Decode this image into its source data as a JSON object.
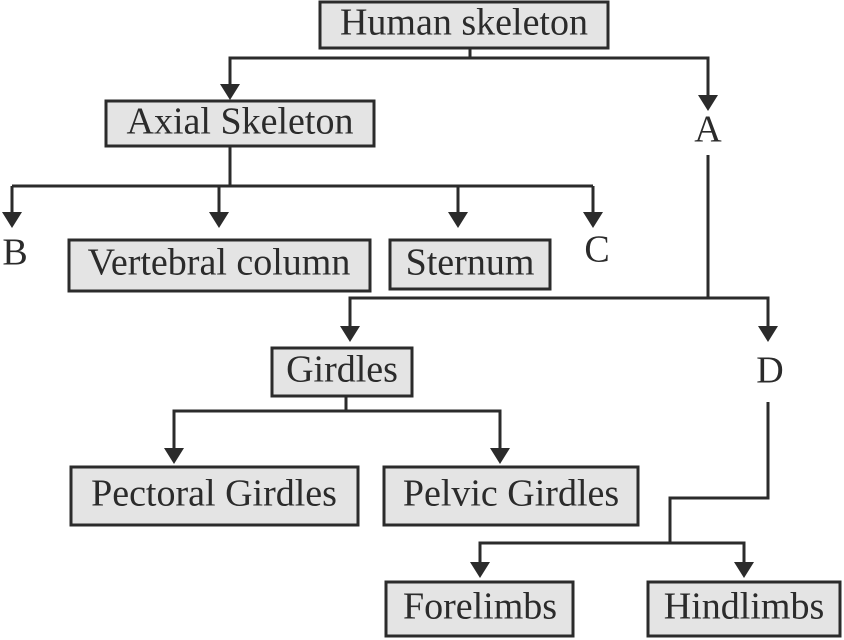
{
  "diagram": {
    "nodes": {
      "human_skeleton": "Human skeleton",
      "axial_skeleton": "Axial Skeleton",
      "a": "A",
      "b": "B",
      "vertebral_column": "Vertebral column",
      "sternum": "Sternum",
      "c": "C",
      "girdles": "Girdles",
      "d": "D",
      "pectoral_girdles": "Pectoral Girdles",
      "pelvic_girdles": "Pelvic Girdles",
      "forelimbs": "Forelimbs",
      "hindlimbs": "Hindlimbs"
    },
    "edges": [
      {
        "from": "human_skeleton",
        "to": "axial_skeleton"
      },
      {
        "from": "human_skeleton",
        "to": "a"
      },
      {
        "from": "axial_skeleton",
        "to": "b"
      },
      {
        "from": "axial_skeleton",
        "to": "vertebral_column"
      },
      {
        "from": "axial_skeleton",
        "to": "sternum"
      },
      {
        "from": "axial_skeleton",
        "to": "c"
      },
      {
        "from": "a",
        "to": "girdles"
      },
      {
        "from": "a",
        "to": "d"
      },
      {
        "from": "girdles",
        "to": "pectoral_girdles"
      },
      {
        "from": "girdles",
        "to": "pelvic_girdles"
      },
      {
        "from": "d",
        "to": "forelimbs"
      },
      {
        "from": "d",
        "to": "hindlimbs"
      }
    ],
    "colors": {
      "box_fill": "#e4e4e4",
      "stroke": "#2b2b2b",
      "background": "#ffffff"
    }
  }
}
